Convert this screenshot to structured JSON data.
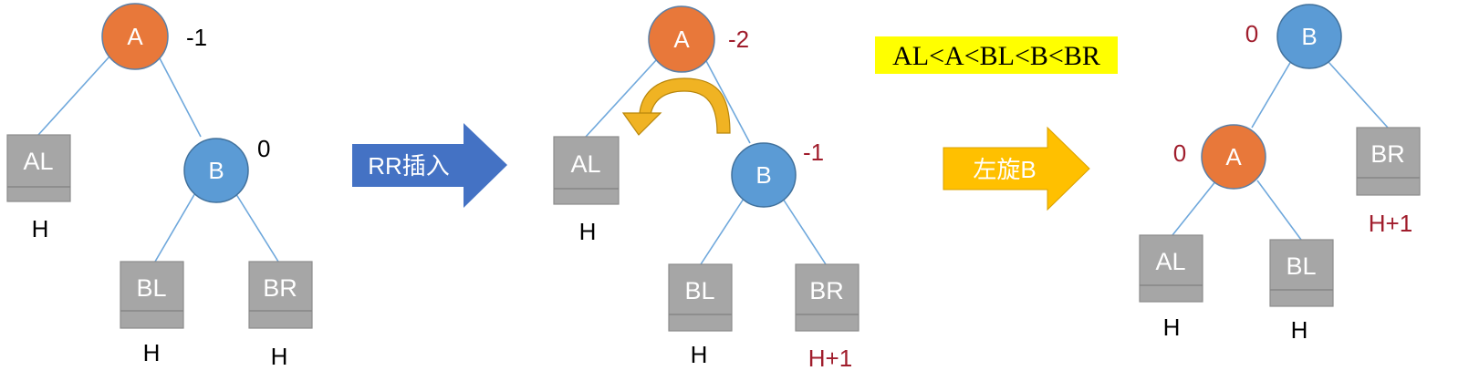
{
  "colors": {
    "node_orange": "#E8783A",
    "node_blue": "#5B9BD5",
    "box_gray": "#A6A6A6",
    "box_border": "#8C8C8C",
    "edge": "#6FA8DC",
    "arrow_blue": "#4472C4",
    "arrow_yellow": "#FFC000",
    "highlight": "#FFFF00",
    "red_text": "#A01D2C",
    "black_text": "#000000"
  },
  "tree1": {
    "node_a": "A",
    "node_b": "B",
    "bf_a": "-1",
    "bf_b": "0",
    "box_al": "AL",
    "box_bl": "BL",
    "box_br": "BR",
    "h_al": "H",
    "h_bl": "H",
    "h_br": "H"
  },
  "arrow1": {
    "label": "RR插入",
    "icon": "right-arrow"
  },
  "tree2": {
    "node_a": "A",
    "node_b": "B",
    "bf_a": "-2",
    "bf_b": "-1",
    "box_al": "AL",
    "box_bl": "BL",
    "box_br": "BR",
    "h_al": "H",
    "h_bl": "H",
    "h_br": "H+1",
    "rotate_icon": "curved-rotate-arrow"
  },
  "ordering": "AL<A<BL<B<BR",
  "arrow2": {
    "label": "左旋B",
    "icon": "right-arrow"
  },
  "tree3": {
    "node_b": "B",
    "node_a": "A",
    "bf_b": "0",
    "bf_a": "0",
    "box_al": "AL",
    "box_bl": "BL",
    "box_br": "BR",
    "h_al": "H",
    "h_bl": "H",
    "h_br": "H+1"
  }
}
